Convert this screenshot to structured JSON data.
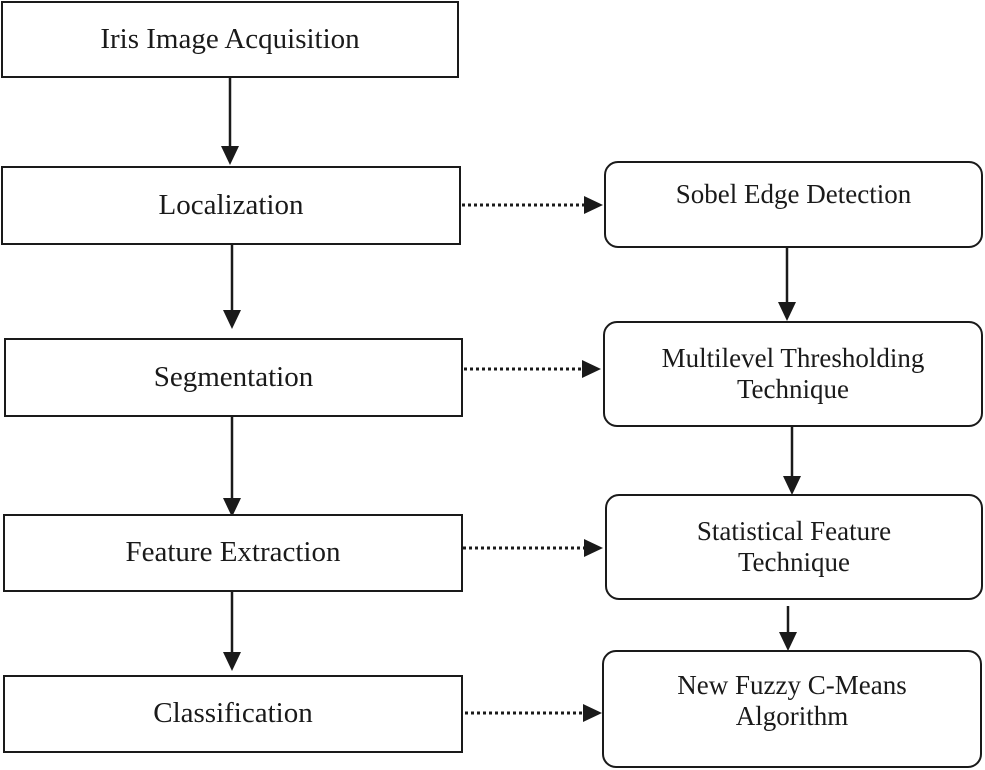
{
  "process_steps": [
    {
      "label": "Iris Image Acquisition"
    },
    {
      "label": "Localization"
    },
    {
      "label": "Segmentation"
    },
    {
      "label": "Feature Extraction"
    },
    {
      "label": "Classification"
    }
  ],
  "techniques": [
    {
      "line1": "Sobel Edge Detection",
      "line2": ""
    },
    {
      "line1": "Multilevel Thresholding",
      "line2": "Technique"
    },
    {
      "line1": "Statistical Feature",
      "line2": "Technique"
    },
    {
      "line1": "New Fuzzy C-Means",
      "line2": "Algorithm"
    }
  ]
}
